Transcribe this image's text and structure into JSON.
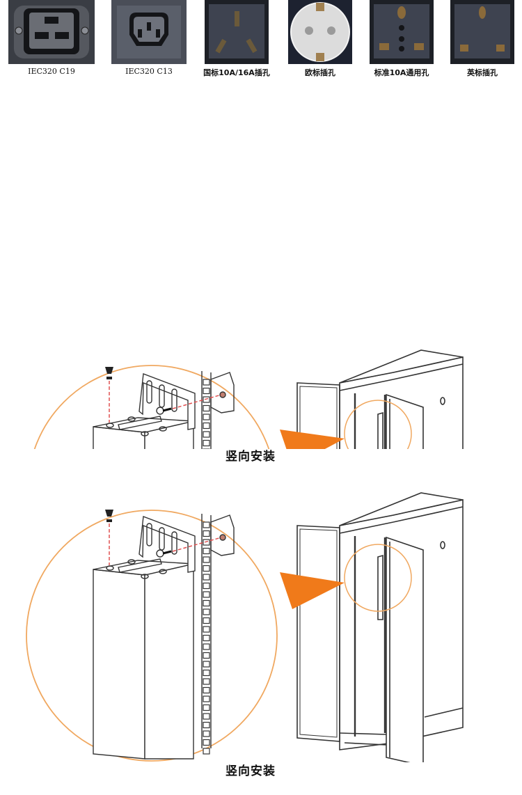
{
  "sockets": [
    {
      "label": "IEC320 C19",
      "icon": "iec-c19-socket-icon"
    },
    {
      "label": "IEC320 C13",
      "icon": "iec-c13-socket-icon"
    },
    {
      "label": "国标10A/16A插孔",
      "icon": "chinese-standard-socket-icon"
    },
    {
      "label": "欧标插孔",
      "icon": "european-schuko-socket-icon"
    },
    {
      "label": "标准10A通用孔",
      "icon": "universal-socket-icon"
    },
    {
      "label": "英标插孔",
      "icon": "british-standard-socket-icon"
    }
  ],
  "panels": [
    {
      "caption": "竖向安装"
    },
    {
      "caption": "竖向安装"
    }
  ],
  "colors": {
    "accent_orange": "#f07a1a",
    "circle_outline": "#f0a860",
    "dashed_line": "#e05050",
    "socket_dark": "#2b2f38",
    "line_art": "#333333"
  }
}
